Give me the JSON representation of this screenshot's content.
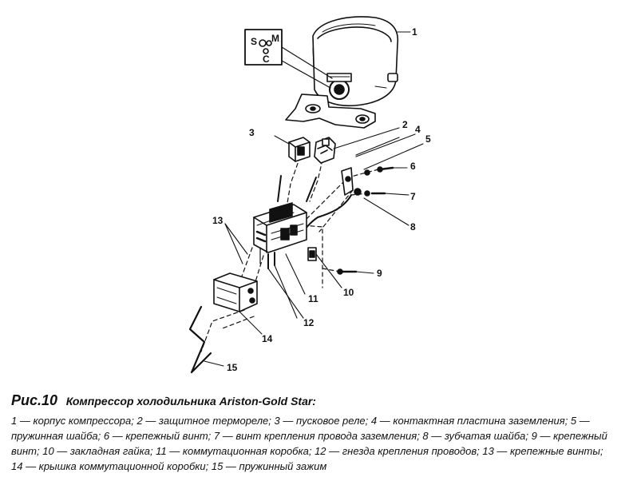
{
  "figure": {
    "terminal_labels": {
      "s": "S",
      "m": "M",
      "c": "C"
    },
    "callouts": [
      "1",
      "2",
      "3",
      "4",
      "5",
      "6",
      "7",
      "8",
      "9",
      "10",
      "11",
      "12",
      "13",
      "14",
      "15"
    ],
    "caption": {
      "number": "Рис.10",
      "title": "Компрессор холодильника Ariston-Gold Star:",
      "text": "1 — корпус компрессора; 2 — защитное термореле; 3 — пусковое реле; 4 — контактная пластина заземления; 5 — пружинная шайба; 6 — крепежный винт; 7 — винт крепления провода заземления; 8 — зубчатая шайба; 9 — крепежный винт; 10 — закладная гайка; 11 — коммутационная коробка; 12 — гнезда крепления проводов; 13 — крепежные винты; 14 — крышка коммутационной коробки; 15 — пружинный зажим"
    }
  }
}
